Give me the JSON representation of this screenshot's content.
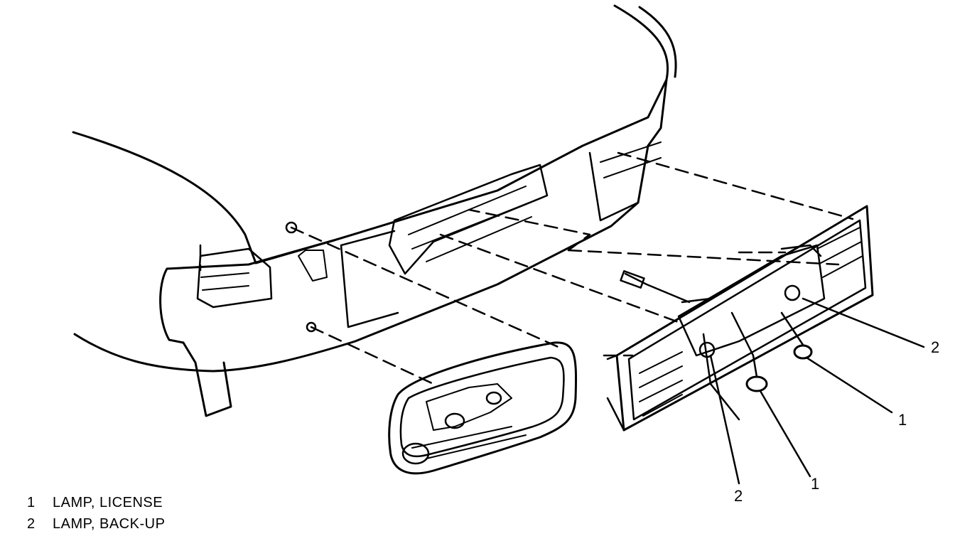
{
  "callouts": [
    {
      "id": "c2_right",
      "text": "2"
    },
    {
      "id": "c1_right",
      "text": "1"
    },
    {
      "id": "c1_bottom",
      "text": "1"
    },
    {
      "id": "c2_bottom",
      "text": "2"
    }
  ],
  "legend": [
    {
      "number": "1",
      "label": "LAMP, LICENSE"
    },
    {
      "number": "2",
      "label": "LAMP, BACK-UP"
    }
  ]
}
